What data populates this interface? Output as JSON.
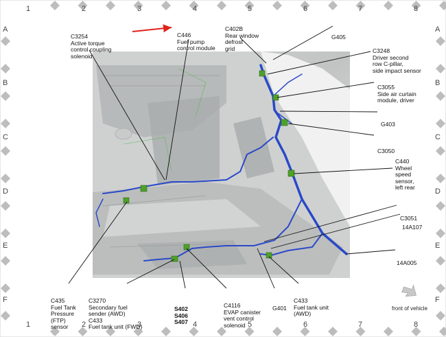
{
  "grid": {
    "columns": [
      "1",
      "2",
      "3",
      "4",
      "5",
      "6",
      "7",
      "8"
    ],
    "rows": [
      "A",
      "B",
      "C",
      "D",
      "E",
      "F"
    ]
  },
  "labels": {
    "c3254": [
      "C3254",
      "Active torque",
      "control coupling",
      "solenoid"
    ],
    "c446": [
      "C446",
      "Fuel pump",
      "control module"
    ],
    "c402b": [
      "C402B",
      "Rear window",
      "defrost",
      "grid"
    ],
    "g405": [
      "G405"
    ],
    "c3248": [
      "C3248",
      "Driver second",
      "row C-pillar,",
      "side impact sensor"
    ],
    "c3055": [
      "C3055",
      "Side air curtain",
      "module, driver"
    ],
    "g403": [
      "G403"
    ],
    "c3050": [
      "C3050"
    ],
    "c440": [
      "C440",
      "Wheel",
      "speed",
      "sensor,",
      "left rear"
    ],
    "c3051": [
      "C3051"
    ],
    "w14a107": [
      "14A107"
    ],
    "w14a005": [
      "14A005"
    ],
    "c435": [
      "C435",
      "Fuel Tank",
      "Pressure",
      "(FTP)",
      "sensor"
    ],
    "c3270": [
      "C3270",
      "Secondary fuel",
      "sender (AWD)",
      "C433",
      "Fuel tank unit (FWD)"
    ],
    "s402": [
      "S402",
      "S406",
      "S407"
    ],
    "c4116": [
      "C4116",
      "EVAP canister",
      "vent control",
      "solenoid"
    ],
    "g401": [
      "G401"
    ],
    "c433": [
      "C433",
      "Fuel tank unit",
      "(AWD)"
    ]
  },
  "orientation_note": "front of vehicle",
  "colors": {
    "harness": "#2a49c8",
    "pointer_arrow": "#e0221c",
    "connector": "#4ea12a"
  }
}
